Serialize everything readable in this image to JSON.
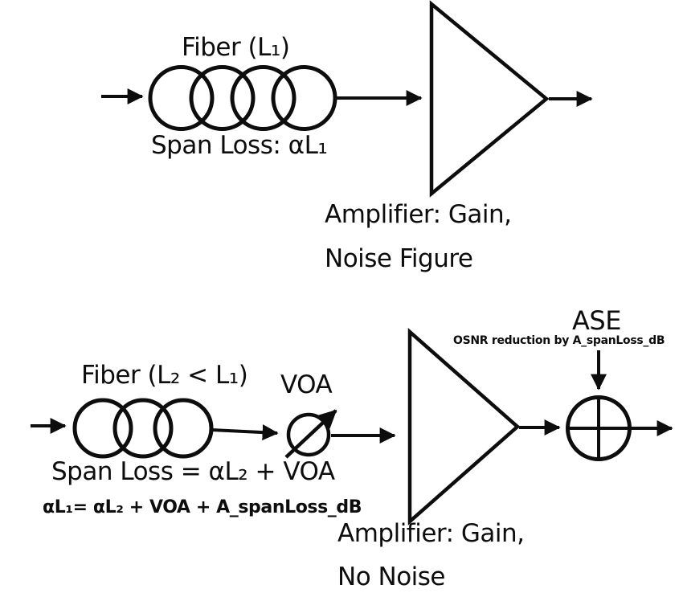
{
  "colors": {
    "ink": "#0d0d0d",
    "background": "#ffffff"
  },
  "top_diagram": {
    "fiber_label": "Fiber (L₁)",
    "span_loss_label": "Span Loss: αL₁",
    "amplifier_caption_line1": "Amplifier: Gain,",
    "amplifier_caption_line2": "Noise Figure"
  },
  "bottom_diagram": {
    "fiber_label": "Fiber (L₂ < L₁)",
    "voa_label": "VOA",
    "span_loss_label": "Span Loss = αL₂ + VOA",
    "loss_equation": "αL₁= αL₂ + VOA + A_spanLoss_dB",
    "ase_label": "ASE",
    "ase_note": "OSNR reduction by A_spanLoss_dB",
    "amplifier_caption_line1": "Amplifier: Gain,",
    "amplifier_caption_line2": "No Noise"
  }
}
